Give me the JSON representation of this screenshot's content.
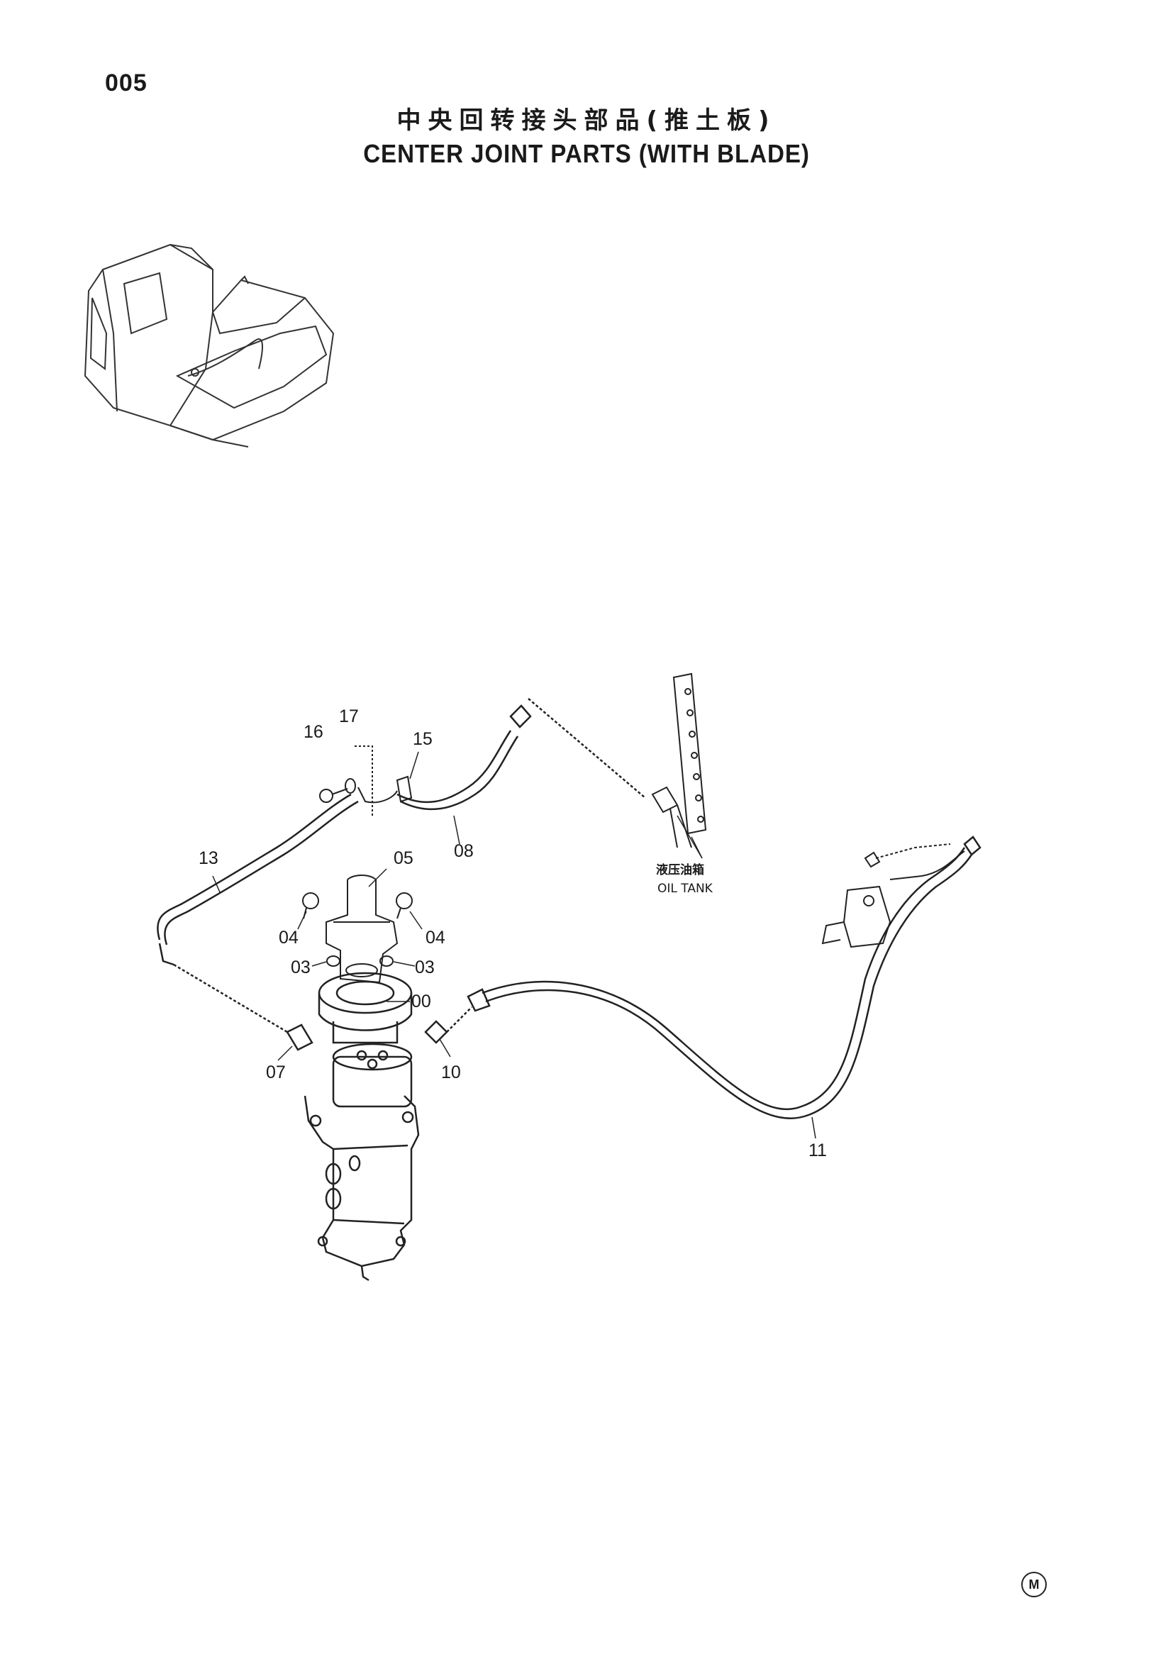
{
  "header": {
    "page_number": "005",
    "title_cn": "中央回转接头部品(推土板)",
    "title_en": "CENTER JOINT PARTS (WITH BLADE)"
  },
  "labels": {
    "p16": "16",
    "p17": "17",
    "p15": "15",
    "p08": "08",
    "p13": "13",
    "p05": "05",
    "p04_left": "04",
    "p04_right": "04",
    "p03_left": "03",
    "p03_right": "03",
    "p00": "00",
    "p07": "07",
    "p10": "10",
    "p11": "11"
  },
  "oil_tank": {
    "cn": "液压油箱",
    "en": "OIL TANK"
  },
  "footer": {
    "mark": "M"
  }
}
